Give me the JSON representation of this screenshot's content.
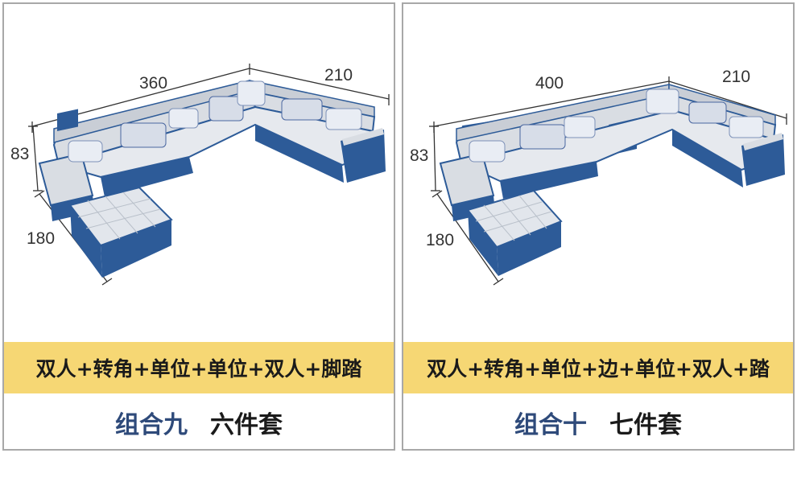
{
  "colors": {
    "panel_border": "#a8a8a8",
    "banner_bg": "#f6d774",
    "group_text": "#2e4a7a",
    "frame_blue": "#2d5b98",
    "cushion_grey": "#d9dde3"
  },
  "panels": [
    {
      "dims": {
        "back_left": "360",
        "back_right": "210",
        "height": "83",
        "chaise": "180"
      },
      "banner": "双人+转角+单位+单位+双人+脚踏",
      "caption_group": "组合九",
      "caption_count": "六件套",
      "image": "u-shaped-sofa-six-piece"
    },
    {
      "dims": {
        "back_left": "400",
        "back_right": "210",
        "height": "83",
        "chaise": "180"
      },
      "banner": "双人+转角+单位+边+单位+双人+踏",
      "caption_group": "组合十",
      "caption_count": "七件套",
      "image": "u-shaped-sofa-seven-piece"
    }
  ]
}
